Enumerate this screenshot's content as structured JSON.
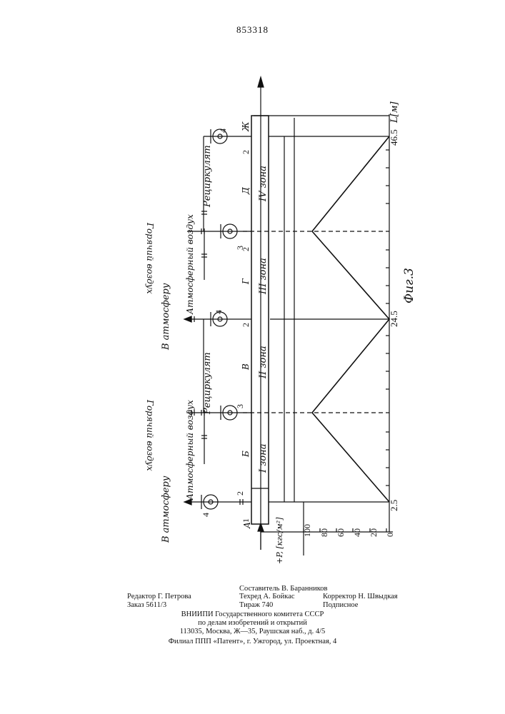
{
  "patent_number": "853318",
  "figure": {
    "caption": "Фиг.3",
    "axis_unit_label": "L[м]",
    "pressure_label": "+P, [кгс/м²]",
    "pressure_ticks": [
      "100",
      "80",
      "60",
      "40",
      "20",
      "0"
    ],
    "length_values": [
      "2.5",
      "24.5",
      "46.5"
    ],
    "zones": [
      "I зона",
      "II зона",
      "III зона",
      "IV зона"
    ],
    "section_letters": [
      "А",
      "Б",
      "В",
      "Г",
      "Д",
      "Ж"
    ],
    "fan_numbers": [
      "4",
      "3",
      "4",
      "3",
      "4"
    ],
    "pipe_numbers": [
      "1",
      "2",
      "2",
      "2",
      "2",
      "2"
    ],
    "labels": {
      "to_atmosphere": "В атмосферу",
      "atmospheric_air": "Атмосферный воздух",
      "hot_air": "Горячий воздух",
      "recirculate": "Рециркулят"
    }
  },
  "imprint": {
    "composer": "Составитель В. Баранников",
    "editor": "Редактор Г. Петрова",
    "techred": "Техред А. Бойкас",
    "corrector": "Корректор Н. Швыдкая",
    "order": "Заказ 5611/3",
    "circulation": "Тираж 740",
    "subscription": "Подписное",
    "org1": "ВНИИПИ Государственного комитета СССР",
    "org2": "по делам изобретений и открытий",
    "address": "113035, Москва, Ж—35, Раушская наб., д. 4/5",
    "branch": "Филиал ППП «Патент», г. Ужгород, ул. Проектная, 4"
  }
}
